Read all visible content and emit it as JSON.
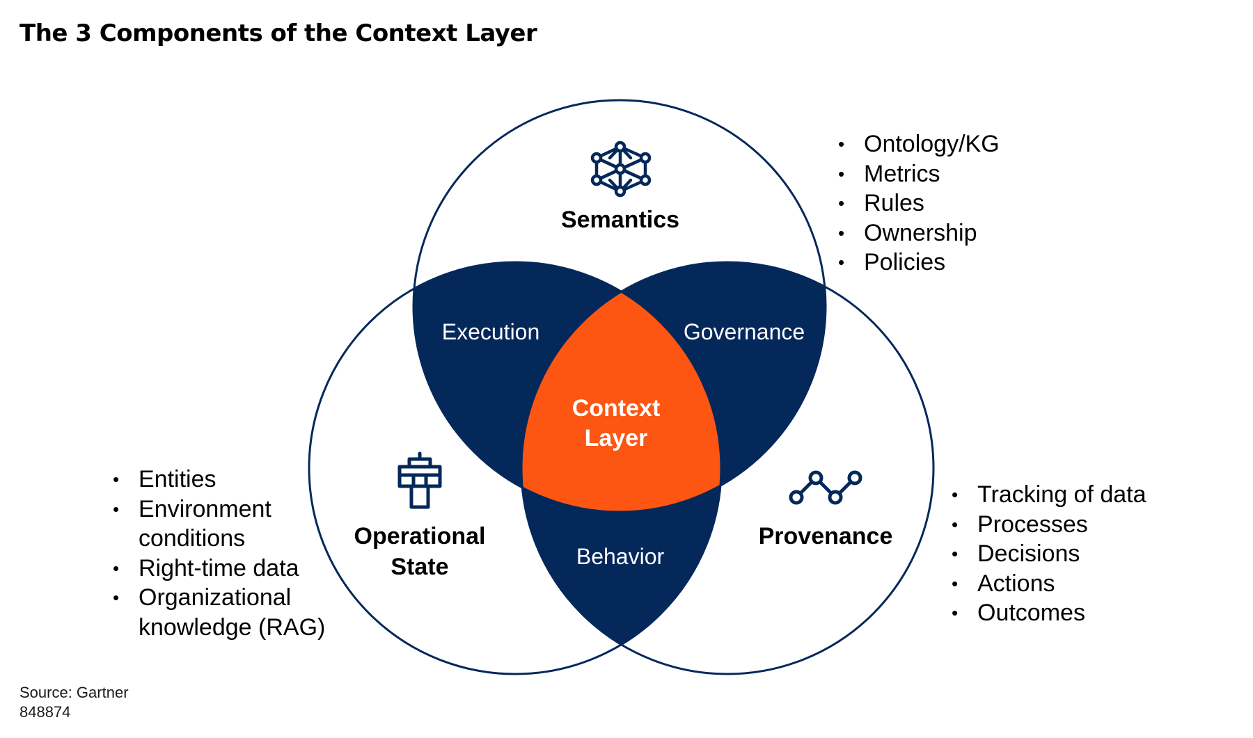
{
  "title": "The 3 Components of the Context Layer",
  "colors": {
    "navy": "#04285a",
    "orange": "#fc5612",
    "white": "#ffffff",
    "text": "#000000"
  },
  "circles": {
    "semantics": {
      "label": "Semantics",
      "icon": "neural-network-icon"
    },
    "operational_state": {
      "label_line1": "Operational",
      "label_line2": "State",
      "icon": "control-tower-icon"
    },
    "provenance": {
      "label": "Provenance",
      "icon": "line-chart-icon"
    }
  },
  "overlaps": {
    "execution": "Execution",
    "governance": "Governance",
    "behavior": "Behavior",
    "center_line1": "Context",
    "center_line2": "Layer"
  },
  "bullet_lists": {
    "semantics": [
      "Ontology/KG",
      "Metrics",
      "Rules",
      "Ownership",
      "Policies"
    ],
    "operational_state": [
      {
        "text": "Entities"
      },
      {
        "text": "Environment",
        "cont": "conditions"
      },
      {
        "text": "Right-time data"
      },
      {
        "text": "Organizational",
        "cont": "knowledge (RAG)"
      }
    ],
    "provenance": [
      "Tracking of data",
      "Processes",
      "Decisions",
      "Actions",
      "Outcomes"
    ]
  },
  "source": {
    "line1": "Source: Gartner",
    "line2": "848874"
  }
}
